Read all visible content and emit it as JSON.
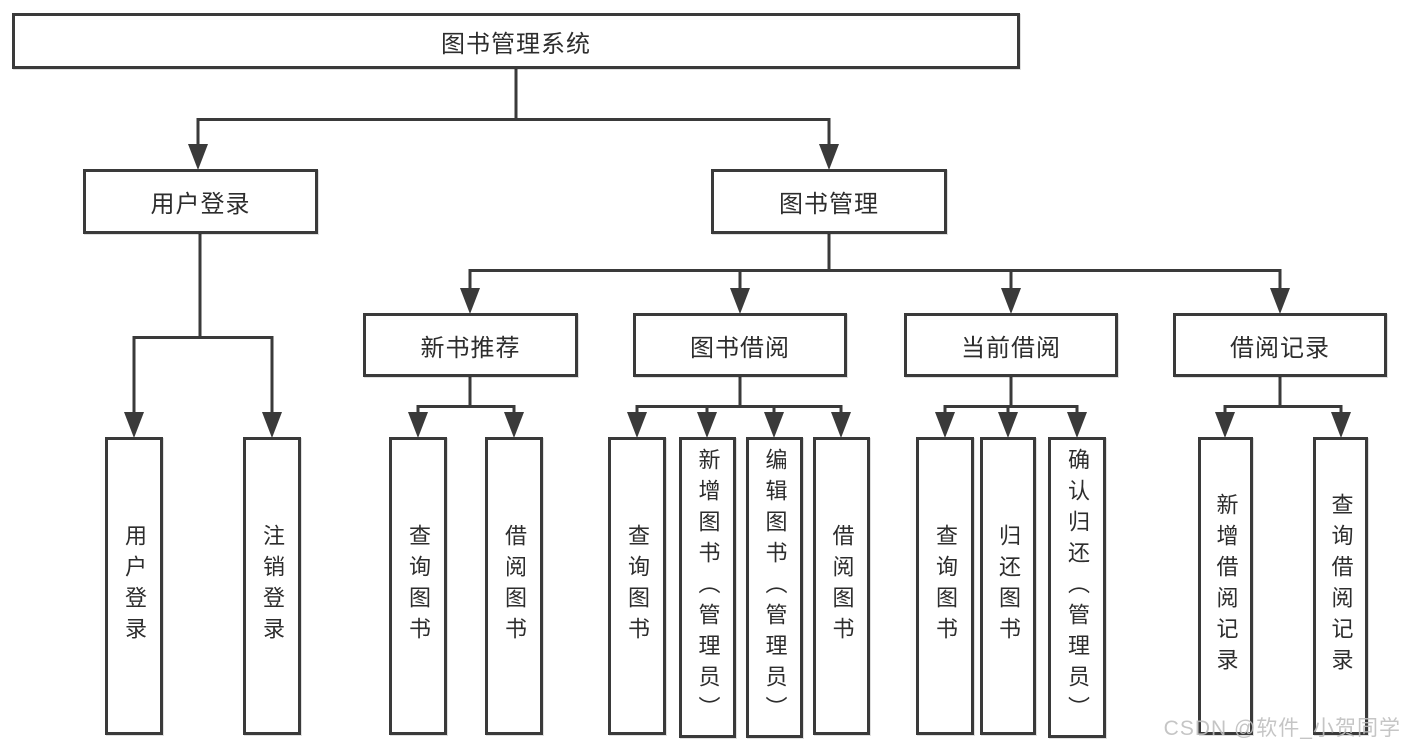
{
  "diagram": {
    "root": {
      "label": "图书管理系统"
    },
    "level2": [
      {
        "label": "用户登录"
      },
      {
        "label": "图书管理"
      }
    ],
    "level3": [
      {
        "label": "新书推荐"
      },
      {
        "label": "图书借阅"
      },
      {
        "label": "当前借阅"
      },
      {
        "label": "借阅记录"
      }
    ],
    "leaves": [
      {
        "label": "用户登录"
      },
      {
        "label": "注销登录"
      },
      {
        "label": "查询图书"
      },
      {
        "label": "借阅图书"
      },
      {
        "label": "查询图书"
      },
      {
        "label": "新增图书（管理员）"
      },
      {
        "label": "编辑图书（管理员）"
      },
      {
        "label": "借阅图书"
      },
      {
        "label": "查询图书"
      },
      {
        "label": "归还图书"
      },
      {
        "label": "确认归还（管理员）"
      },
      {
        "label": "新增借阅记录"
      },
      {
        "label": "查询借阅记录"
      }
    ],
    "watermark": "CSDN @软件_小贺同学",
    "colors": {
      "line": "#3a3a3a",
      "text": "#2d2d2d",
      "background": "#ffffff",
      "watermark": "#bfbfbf"
    }
  }
}
